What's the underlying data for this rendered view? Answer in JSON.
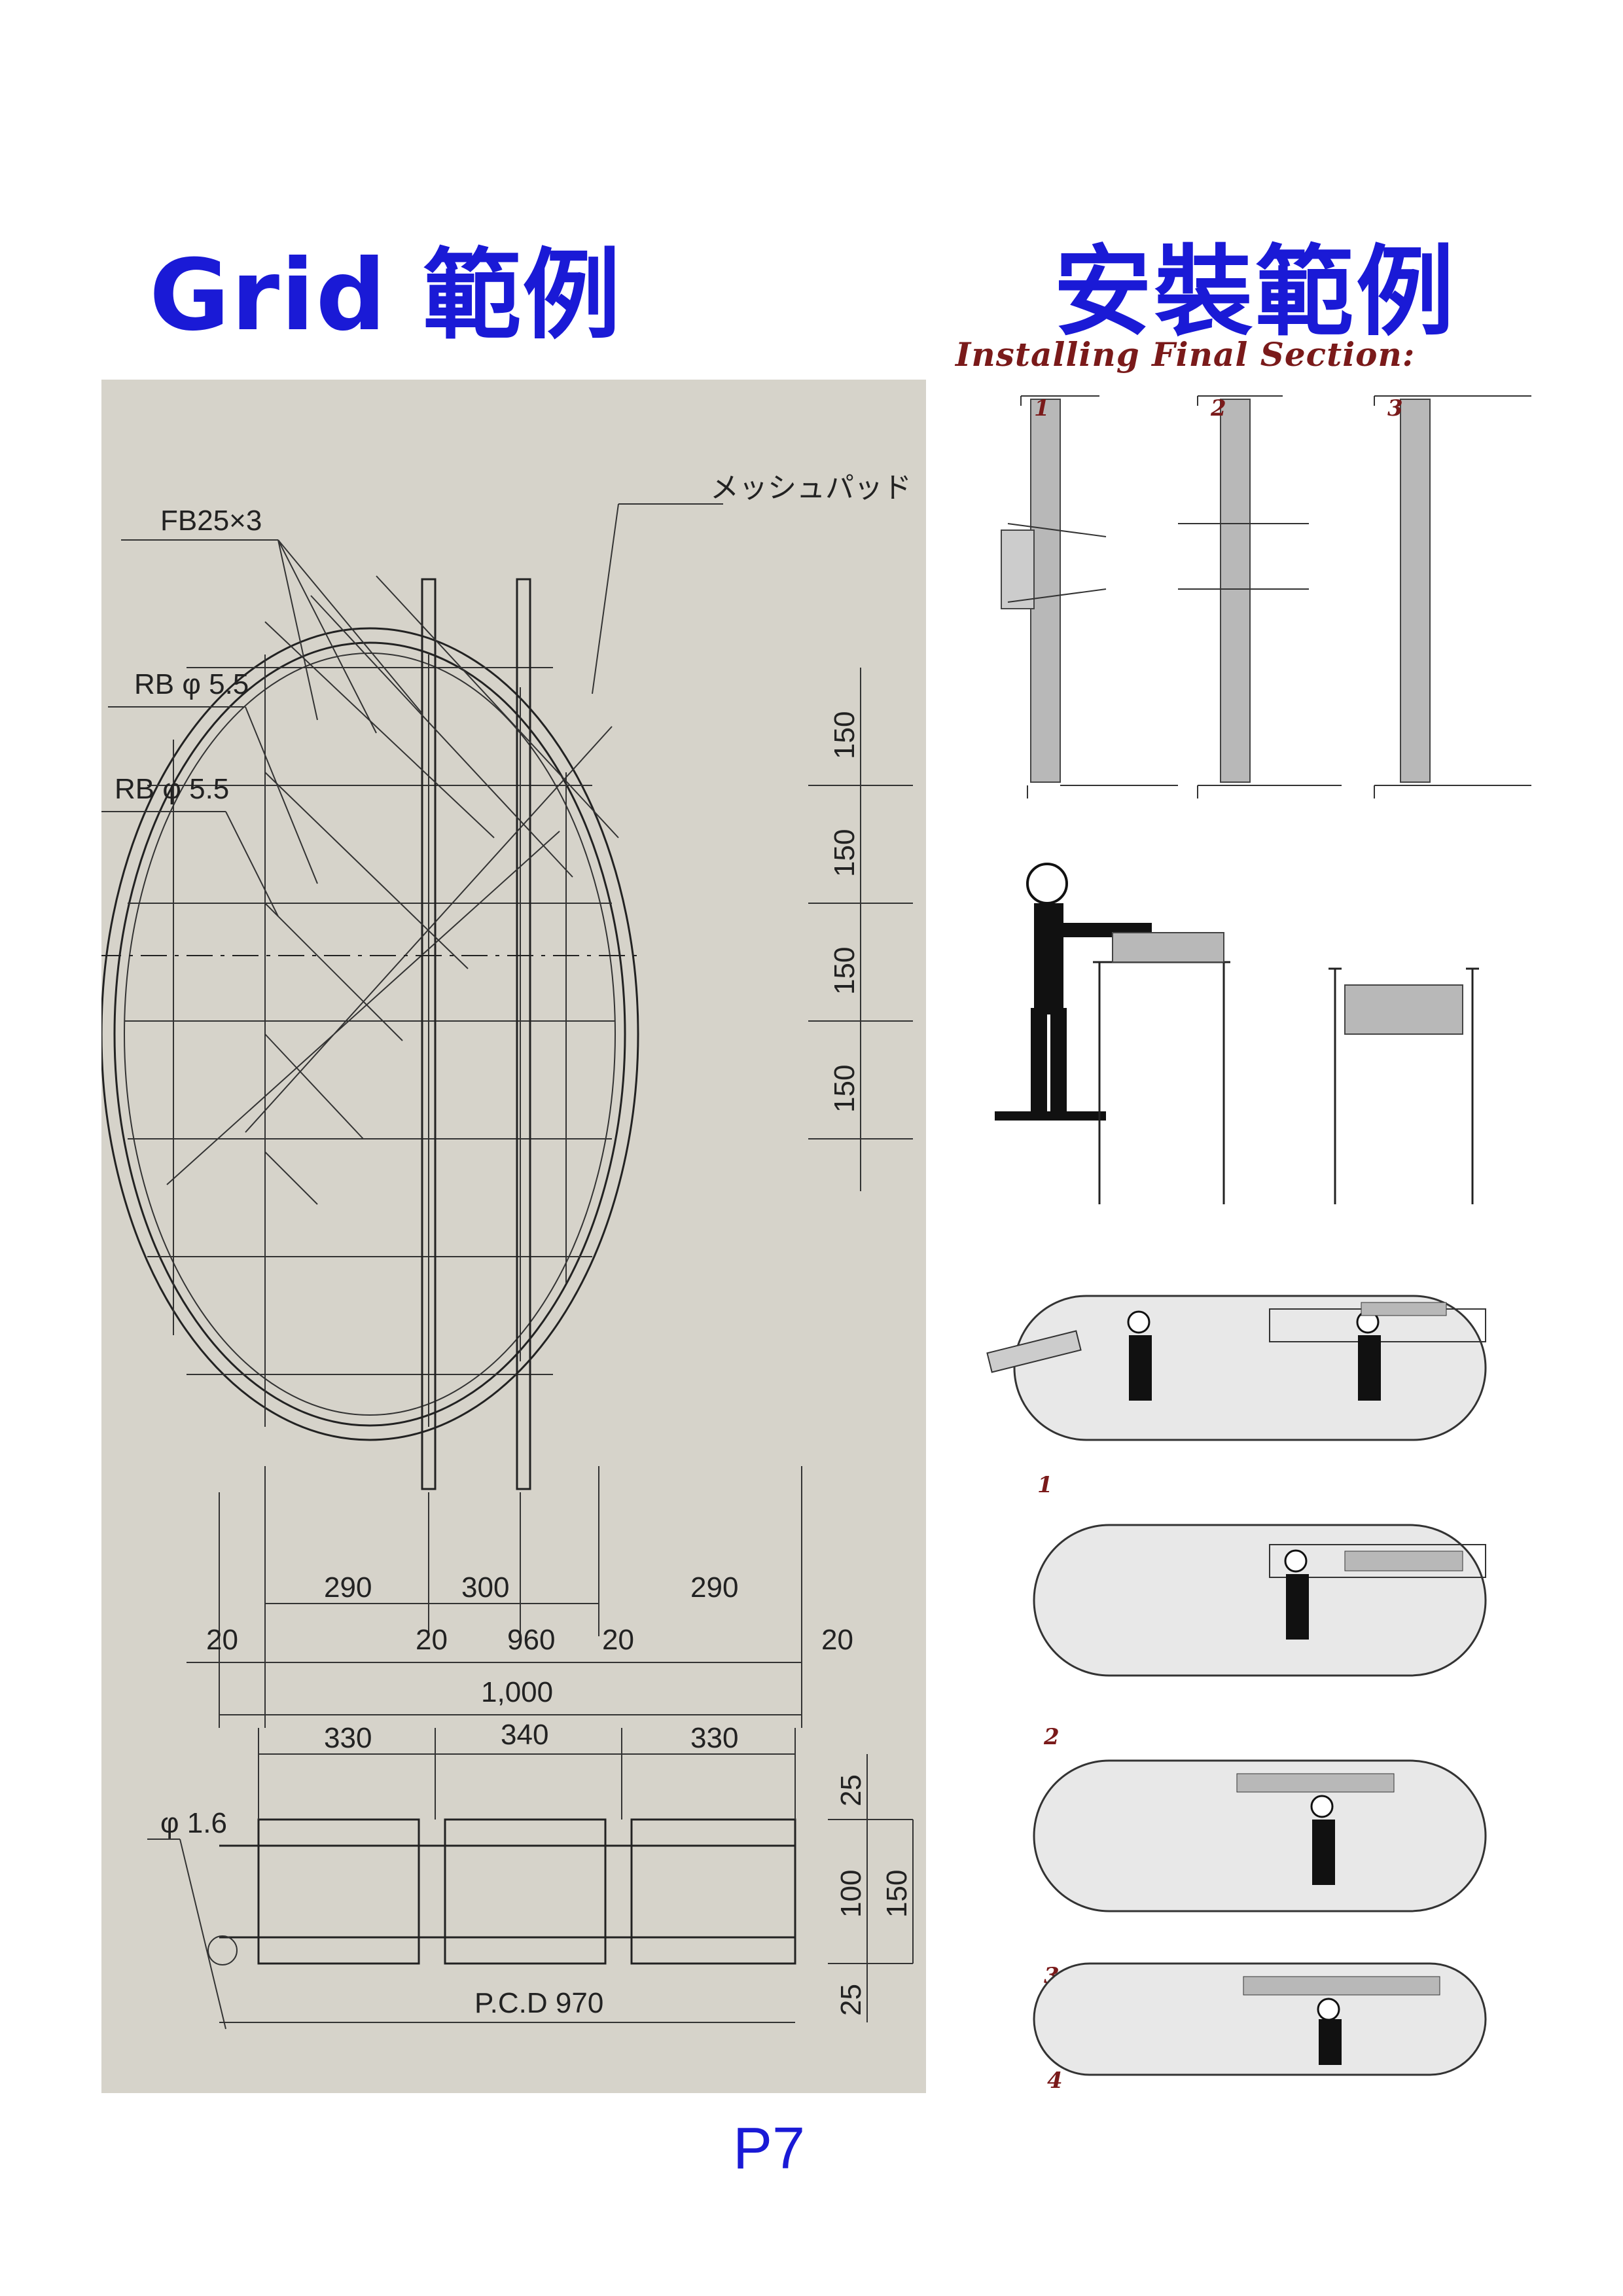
{
  "header": {
    "left_title": "Grid 範例",
    "right_title": "安裝範例",
    "subtitle": "Installing Final Section:"
  },
  "grid_drawing": {
    "labels": {
      "fb": "FB25×3",
      "mesh": "メッシュパッド",
      "rb1": "RB φ 5.5",
      "rb2": "RB φ 5.5",
      "phi": "φ 1.6",
      "pcd": "P.C.D 970"
    },
    "vertical_dims": [
      "150",
      "150",
      "150",
      "150"
    ],
    "width_dims": {
      "a": "290",
      "b": "300",
      "c": "290",
      "m1": "20",
      "m2": "20",
      "m3": "960",
      "m4": "20",
      "m5": "20",
      "total": "1,000"
    },
    "section_dims": {
      "a": "330",
      "b": "340",
      "c": "330",
      "top": "25",
      "mid": "100",
      "overall": "150",
      "bottom": "25"
    }
  },
  "install_steps": {
    "top_row": [
      "1",
      "2",
      "3"
    ],
    "vessel_steps": [
      "1",
      "2",
      "3",
      "4"
    ]
  },
  "page": {
    "number": "P7"
  },
  "colors": {
    "title_blue": "#1a1ad6",
    "subtitle_red": "#7a1a1a",
    "drawing_bg": "#d6d3ca"
  }
}
